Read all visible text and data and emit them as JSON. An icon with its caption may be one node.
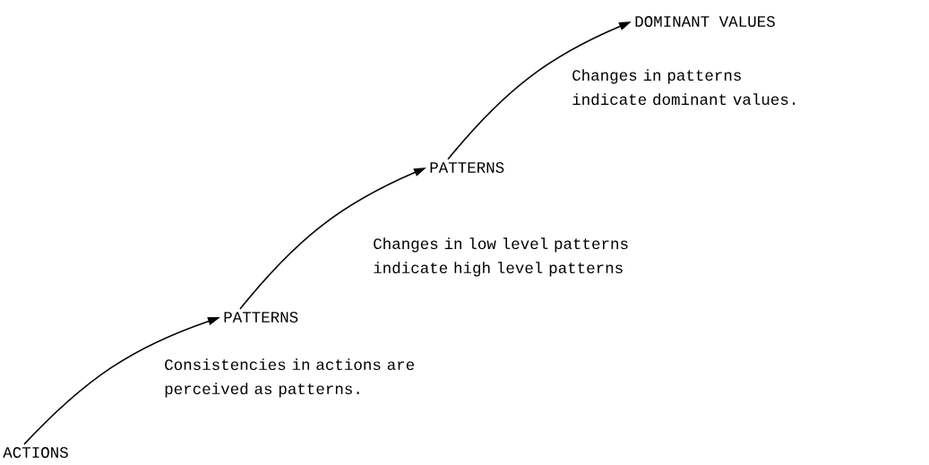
{
  "diagram": {
    "nodes": [
      {
        "text": [
          "ACTIONS"
        ]
      },
      {
        "text": [
          "PATTERNS"
        ]
      },
      {
        "text": [
          "PATTERNS"
        ]
      },
      {
        "text": [
          "DOMINANT VALUES"
        ]
      }
    ],
    "edges": [
      {
        "from": 0,
        "to": 1,
        "arrow": "to"
      },
      {
        "from": 1,
        "to": 2,
        "arrow": "to"
      },
      {
        "from": 2,
        "to": 3,
        "arrow": "to"
      }
    ],
    "labels": [
      "Consistencies in actions are perceived as patterns.",
      "Changes in low level patterns indicate high level patterns",
      "Changes in patterns indicate dominant values."
    ]
  }
}
